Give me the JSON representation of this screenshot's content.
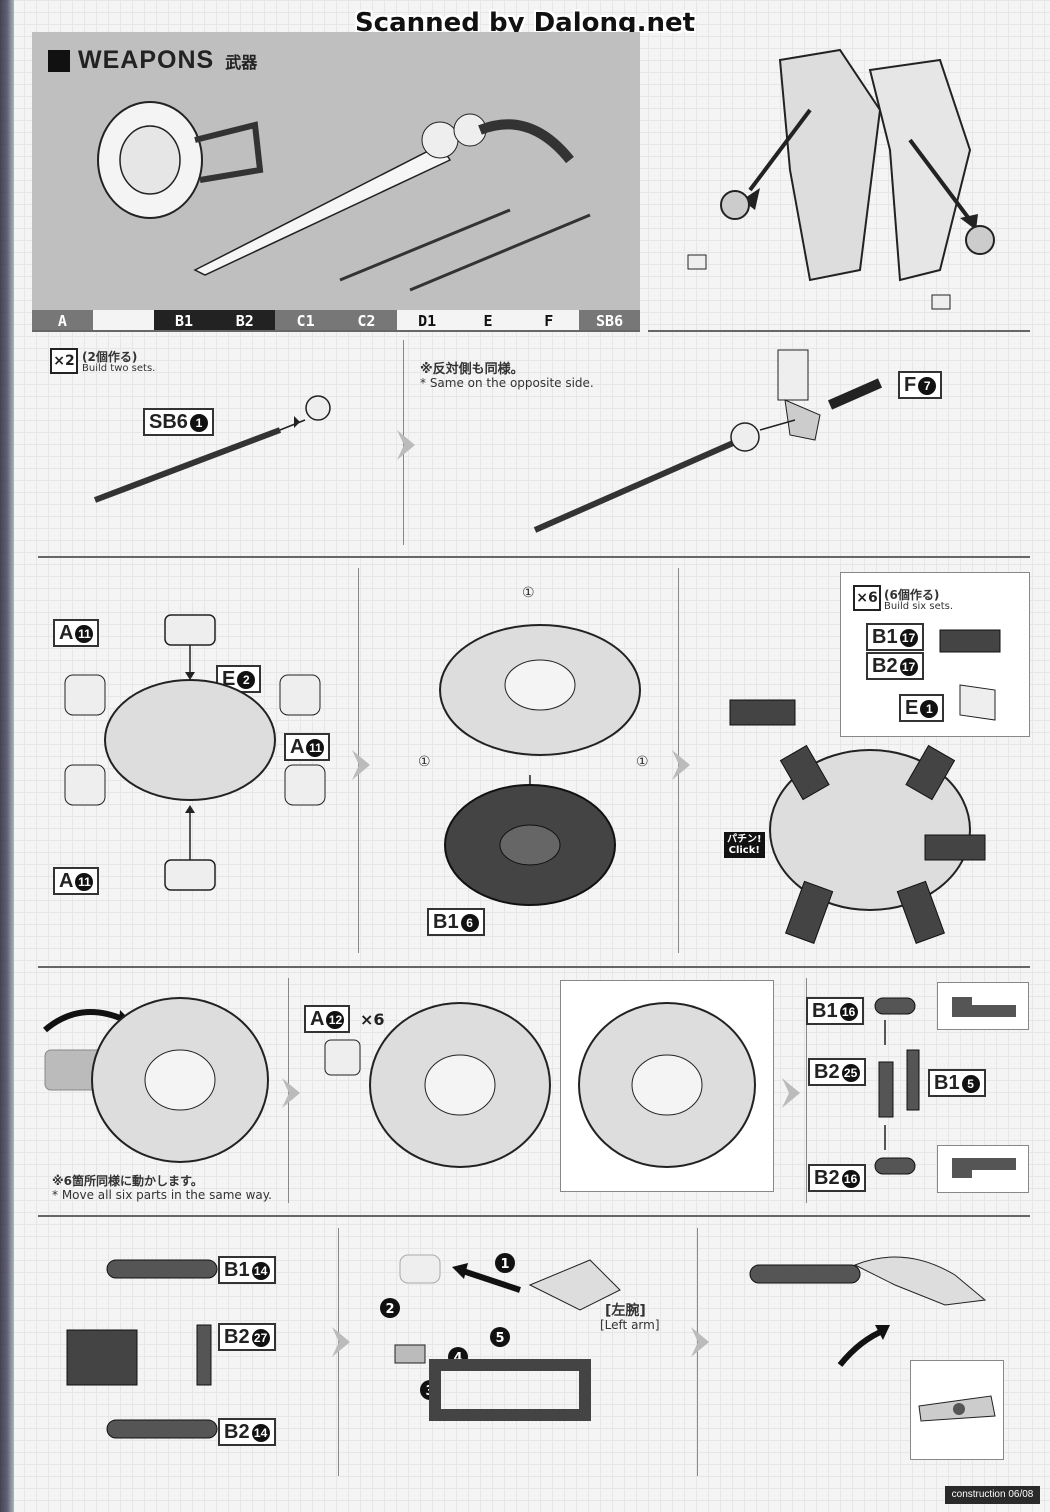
{
  "header": {
    "scanned_text": "Scanned by Dalong.net"
  },
  "weapons": {
    "title_en": "WEAPONS",
    "title_ja": "武器",
    "runners": [
      "A",
      "B1",
      "B2",
      "C1",
      "C2",
      "D1",
      "E",
      "F",
      "SB6"
    ]
  },
  "step_row1": {
    "multiplier": "×2",
    "build_ja": "(2個作る)",
    "build_en": "Build two sets.",
    "part_sb6": "SB6",
    "part_sb6_num": "1",
    "opposite_ja": "※反対側も同様。",
    "opposite_en": "* Same on the opposite side.",
    "part_f": "F",
    "part_f_num": "7"
  },
  "step_row2": {
    "a11_top": "A",
    "a11_num": "11",
    "e2": "E",
    "e2_num": "2",
    "a11_right": "A",
    "a11_right_num": "11",
    "a11_bottom": "A",
    "a11_bottom_num": "11",
    "circled_one": "①",
    "b16": "B1",
    "b16_num": "6",
    "multiplier6": "×6",
    "build6_ja": "(6個作る)",
    "build6_en": "Build six sets.",
    "b117": "B1",
    "b117_num": "17",
    "b217": "B2",
    "b217_num": "17",
    "e1": "E",
    "e1_num": "1",
    "click_ja": "パチン!",
    "click_en": "Click!"
  },
  "step_row3": {
    "move_ja": "※6箇所同様に動かします。",
    "move_en": "* Move all six parts in the same way.",
    "a12": "A",
    "a12_num": "12",
    "a12_mult": "×6",
    "b116": "B1",
    "b116_num": "16",
    "b225": "B2",
    "b225_num": "25",
    "b15": "B1",
    "b15_num": "5",
    "b216": "B2",
    "b216_num": "16"
  },
  "step_row4": {
    "b114": "B1",
    "b114_num": "14",
    "b227": "B2",
    "b227_num": "27",
    "b214": "B2",
    "b214_num": "14",
    "left_arm_ja": "[左腕]",
    "left_arm_en": "[Left arm]",
    "steps": [
      "1",
      "2",
      "3",
      "4",
      "5"
    ]
  },
  "footer": {
    "text": "construction 06/08"
  }
}
